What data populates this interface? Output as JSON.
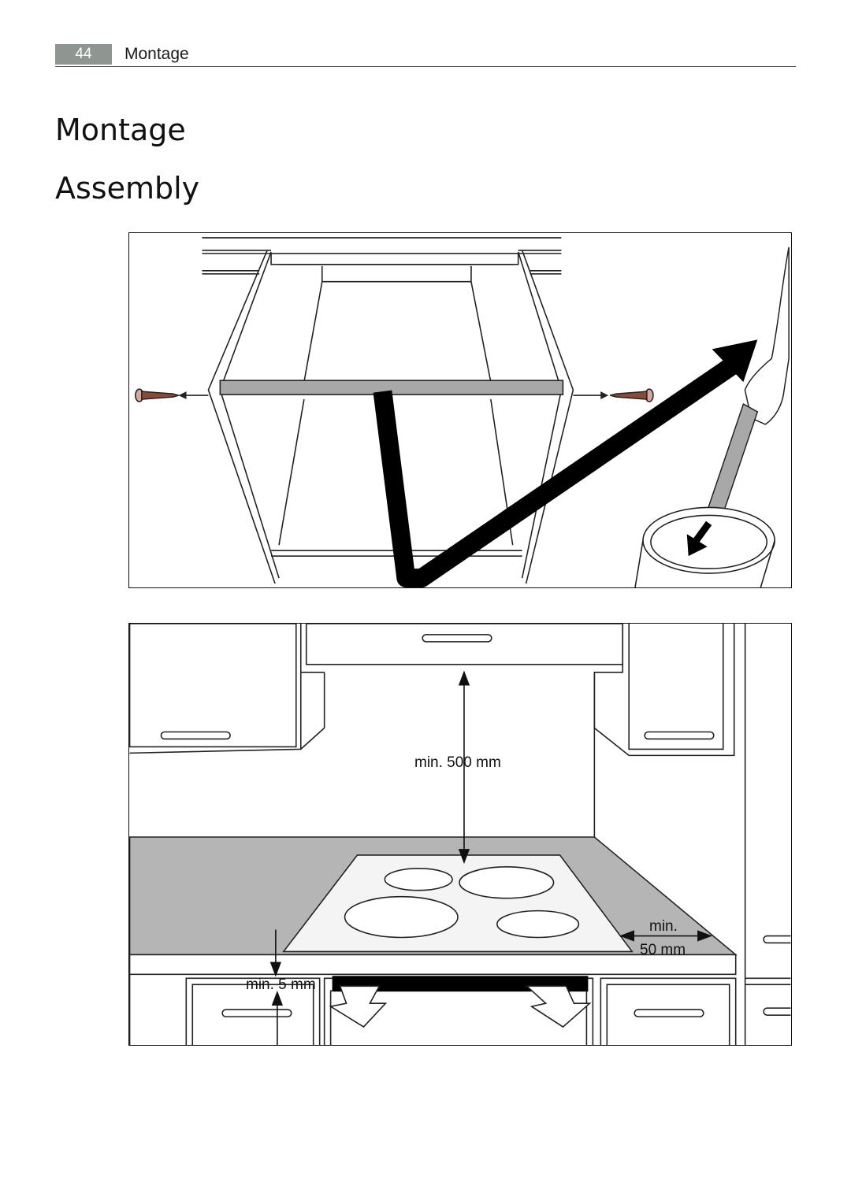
{
  "header": {
    "page_number": "44",
    "section": "Montage"
  },
  "titles": {
    "german": "Montage",
    "english": "Assembly"
  },
  "figure_2": {
    "label_top_clearance": "min. 500 mm",
    "label_side_clearance_line1": "min.",
    "label_side_clearance_line2": "50 mm",
    "label_bottom_clearance": "min. 5 mm"
  },
  "colors": {
    "page_number_bg": "#8e9692",
    "countertop": "#b5b5b5",
    "hob_surface": "#f4f4f4"
  }
}
